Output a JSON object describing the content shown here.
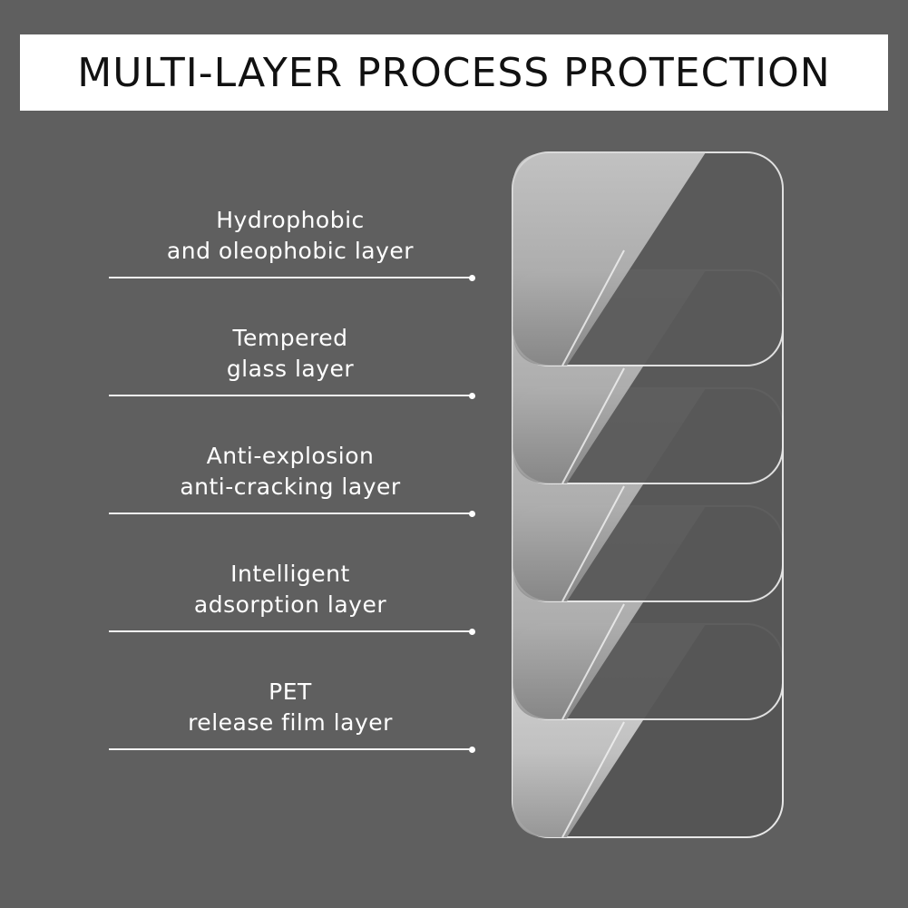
{
  "title": "MULTI-LAYER PROCESS PROTECTION",
  "layers": [
    {
      "line1": "Hydrophobic",
      "line2": "and oleophobic layer"
    },
    {
      "line1": "Tempered",
      "line2": "glass layer"
    },
    {
      "line1": "Anti-explosion",
      "line2": "anti-cracking layer"
    },
    {
      "line1": "Intelligent",
      "line2": "adsorption layer"
    },
    {
      "line1": "PET",
      "line2": "release film layer"
    }
  ],
  "colors": {
    "background": "#5f5f5f",
    "banner": "#ffffff",
    "title_text": "#111111",
    "label_text": "#ffffff"
  }
}
